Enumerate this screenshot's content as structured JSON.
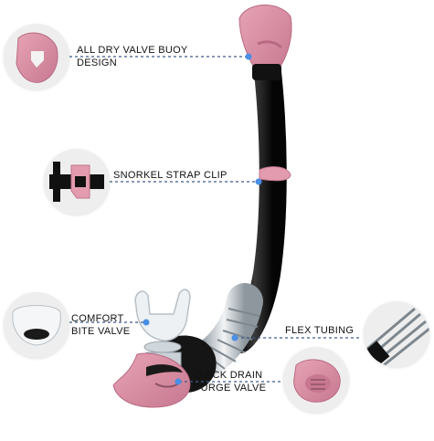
{
  "callouts": {
    "dry_valve": {
      "line1": "ALL DRY VALVE BUOY",
      "line2": "DESIGN"
    },
    "strap_clip": {
      "line1": "SNORKEL STRAP CLIP"
    },
    "bite_valve": {
      "line1": "COMFORT",
      "line2": "BITE VALVE"
    },
    "flex_tubing": {
      "line1": "FLEX TUBING"
    },
    "purge_valve": {
      "line1": "QUICK DRAIN",
      "line2": "PURGE VALVE"
    }
  },
  "colors": {
    "pink": "#d98aa0",
    "pink_dark": "#b86a82",
    "tube_black": "#141414",
    "dot_blue": "#4a8fe6",
    "dash_blue": "#3d5a8a",
    "clear_tube": "#cfd6dc"
  }
}
